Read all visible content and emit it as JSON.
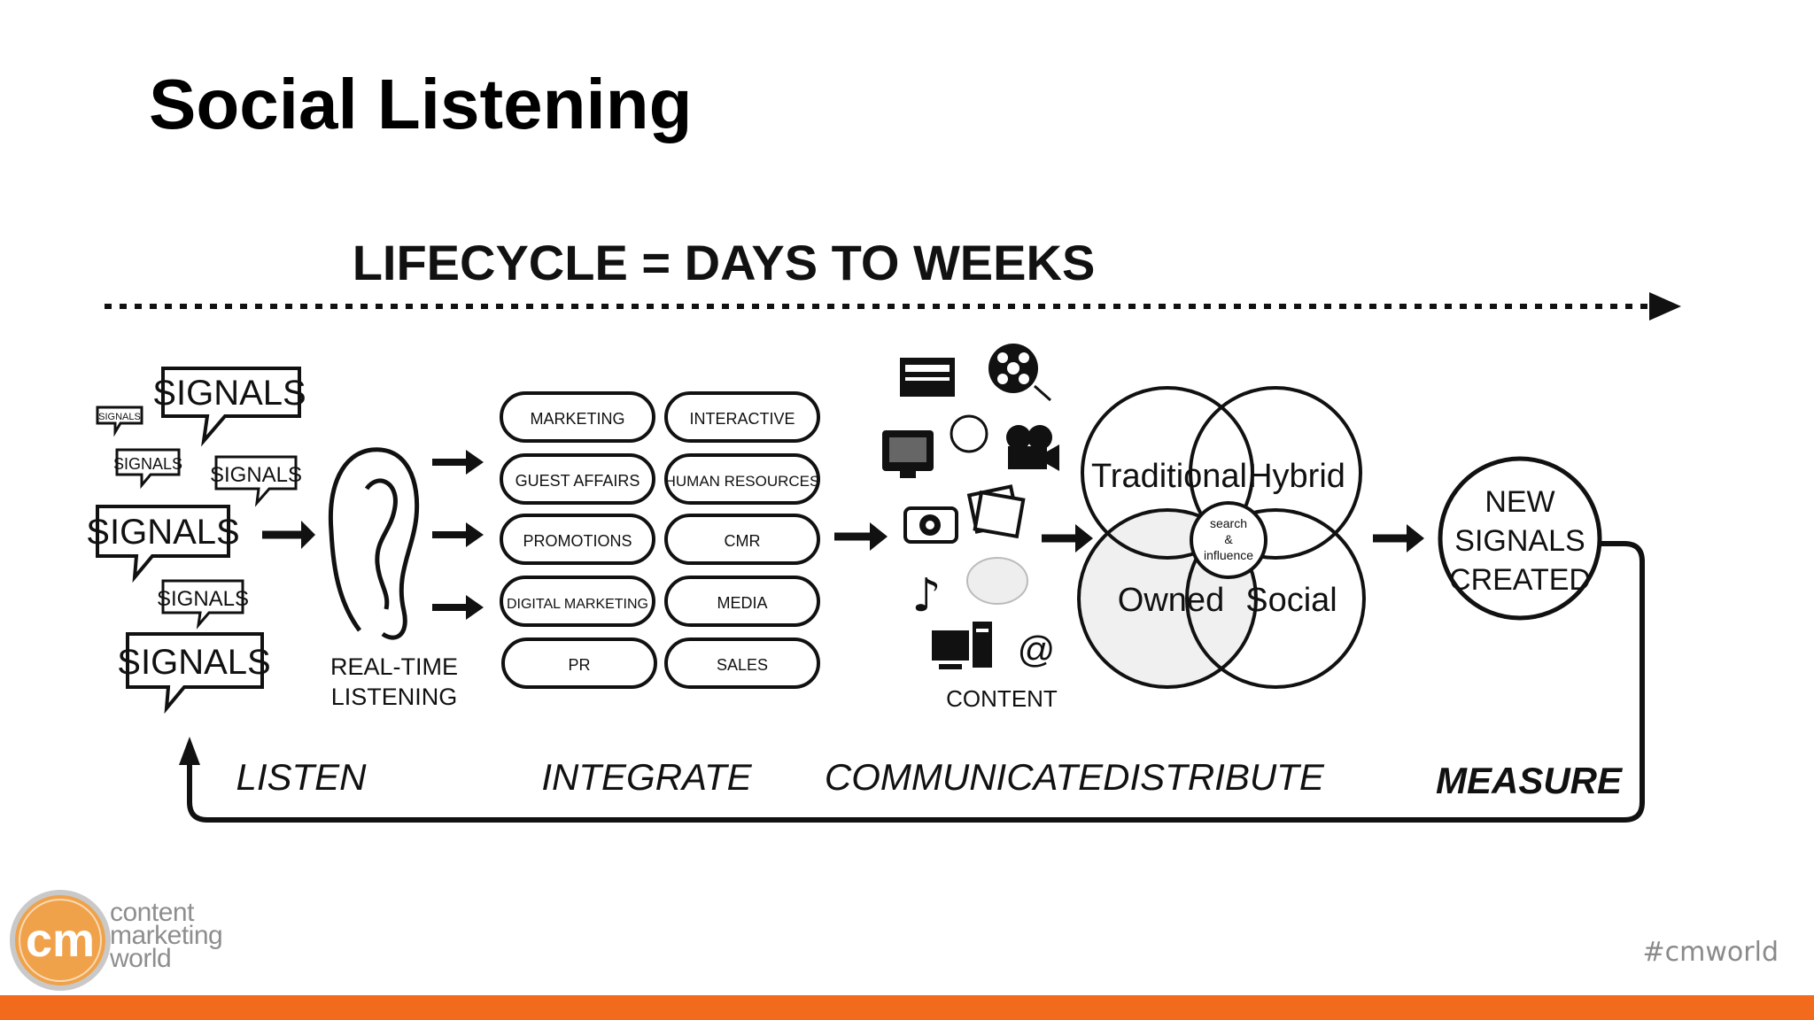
{
  "slide": {
    "title": "Social Listening",
    "hashtag": "#cmworld"
  },
  "logo": {
    "initials": "cm",
    "lines": [
      "content",
      "marketing",
      "world"
    ]
  },
  "lifecycle": {
    "label": "LIFECYCLE = DAYS TO WEEKS"
  },
  "listen": {
    "signals": [
      "SIGNALS",
      "SIGNALS",
      "SIGNALS",
      "SIGNALS",
      "SIGNALS",
      "SIGNALS",
      "SIGNALS"
    ],
    "ear_caption": [
      "REAL-TIME",
      "LISTENING"
    ]
  },
  "integrate": {
    "left": [
      "MARKETING",
      "GUEST AFFAIRS",
      "PROMOTIONS",
      "DIGITAL MARKETING",
      "PR"
    ],
    "right": [
      "INTERACTIVE",
      "HUMAN RESOURCES",
      "CMR",
      "MEDIA",
      "SALES"
    ]
  },
  "communicate": {
    "caption": "CONTENT",
    "at_symbol": "@",
    "note_symbol": "♪"
  },
  "distribute": {
    "circles": [
      "Traditional",
      "Hybrid",
      "Owned",
      "Social"
    ],
    "center": [
      "search",
      "&",
      "influence"
    ]
  },
  "measure": {
    "lines": [
      "NEW",
      "SIGNALS",
      "CREATED"
    ]
  },
  "stages": [
    "LISTEN",
    "INTEGRATE",
    "COMMUNICATE",
    "DISTRIBUTE",
    "MEASURE"
  ],
  "colors": {
    "accent_bar": "#f26b1d",
    "logo_orange": "#f0a24a",
    "ink": "#111111"
  }
}
